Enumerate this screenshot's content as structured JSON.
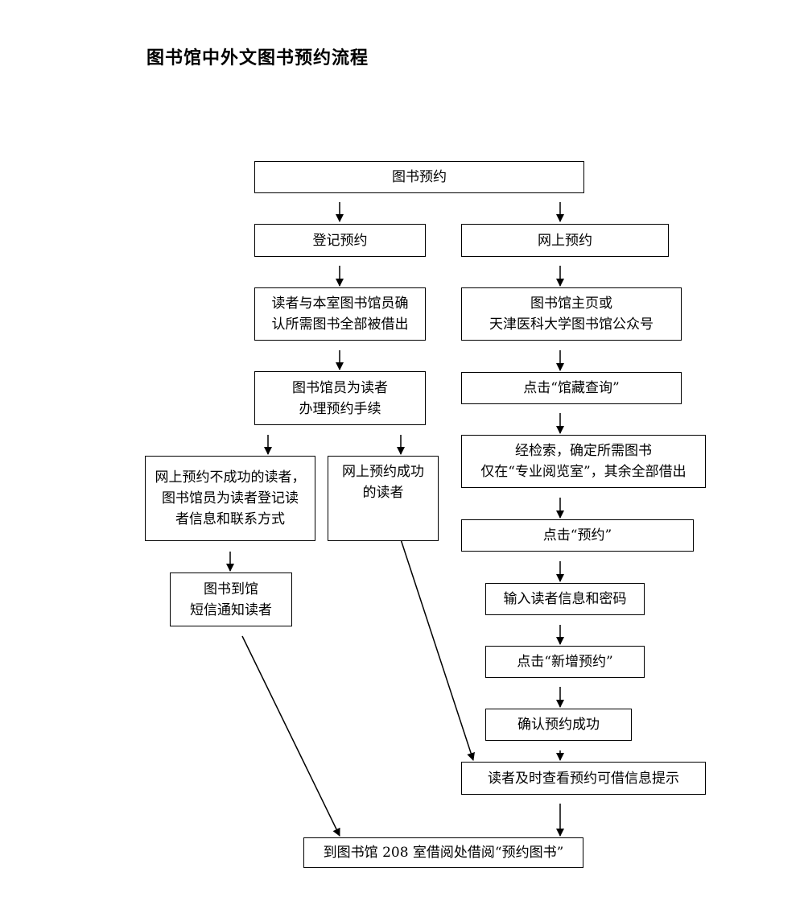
{
  "title": "图书馆中外文图书预约流程",
  "nodes": {
    "start": "图书预约",
    "register": "登记预约",
    "confirm": "读者与本室图书馆员确\n认所需图书全部被借出",
    "procedure": "图书馆员为读者\n办理预约手续",
    "fail": "网上预约不成功的读者，\n图书馆员为读者登记读\n者信息和联系方式",
    "success": "网上预约成功\n的读者",
    "arrive": "图书到馆\n短信通知读者",
    "online": "网上预约",
    "homepage": "图书馆主页或\n天津医科大学图书馆公众号",
    "click_search": "点击“馆藏查询”",
    "retrieve": "经检索，确定所需图书\n仅在“专业阅览室”，其余全部借出",
    "click_reserve": "点击“预约”",
    "input": "输入读者信息和密码",
    "click_new": "点击“新增预约”",
    "confirm_success": "确认预约成功",
    "check_info": "读者及时查看预约可借信息提示",
    "final": "到图书馆 208 室借阅处借阅“预约图书”"
  }
}
